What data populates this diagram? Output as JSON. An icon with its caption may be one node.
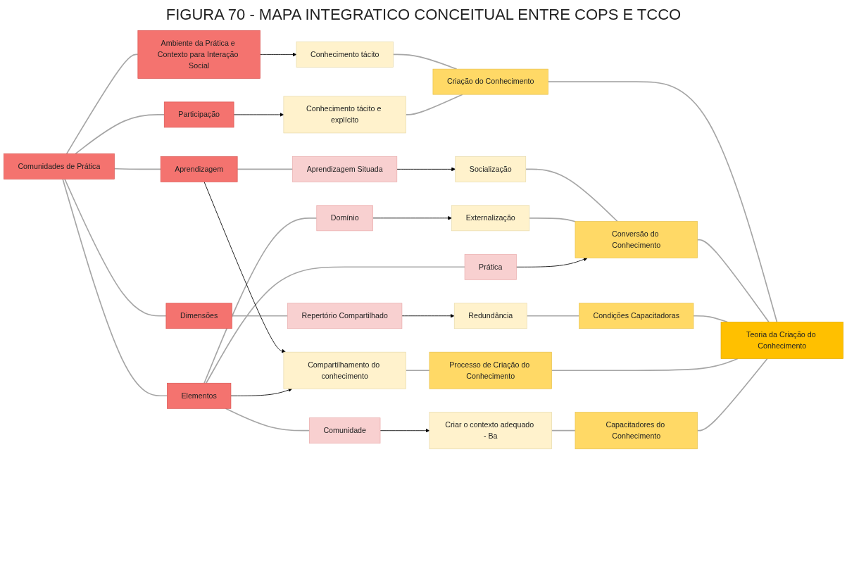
{
  "diagram": {
    "title": "FIGURA 70 - MAPA INTEGRATICO CONCEITUAL ENTRE COPS E TCCO",
    "nodes": [
      {
        "text": [
          "Comunidades de Prática"
        ]
      },
      {
        "text": [
          "Aprendizagem"
        ]
      },
      {
        "text": [
          "Aprendizagem Situada"
        ]
      },
      {
        "text": [
          "Elementos"
        ]
      },
      {
        "text": [
          "Domínio"
        ]
      },
      {
        "text": [
          "Comunidade"
        ]
      },
      {
        "text": [
          "Prática"
        ]
      },
      {
        "text": [
          "Participação"
        ]
      },
      {
        "text": [
          "Dimensões"
        ]
      },
      {
        "text": [
          "Repertório Compartilhado"
        ]
      },
      {
        "text": [
          "Ambiente da Prática e Contexto para Interação Social"
        ]
      },
      {
        "text": [
          "Teoria da Criação do Conhecimento"
        ]
      },
      {
        "text": [
          "Criação do Conhecimento"
        ]
      },
      {
        "text": [
          "Conhecimento tácito"
        ]
      },
      {
        "text": [
          "Conhecimento tácito e explícito"
        ]
      },
      {
        "text": [
          "Conversão do Conhecimento"
        ]
      },
      {
        "text": [
          "Socialização"
        ]
      },
      {
        "text": [
          "Externalização"
        ]
      },
      {
        "text": [
          "Condições Capacitadoras"
        ]
      },
      {
        "text": [
          "Redundância"
        ]
      },
      {
        "text": [
          "Processo de Criação do Conhecimento"
        ]
      },
      {
        "text": [
          "Compartilhamento do conhecimento"
        ]
      },
      {
        "text": [
          "Capacitadores do Conhecimento"
        ]
      },
      {
        "text": [
          "Criar o contexto adequado - Ba"
        ]
      }
    ],
    "edges": [
      {
        "from": 0,
        "to": 1,
        "arrow": "none"
      },
      {
        "from": 0,
        "to": 3,
        "arrow": "none"
      },
      {
        "from": 0,
        "to": 7,
        "arrow": "none"
      },
      {
        "from": 0,
        "to": 8,
        "arrow": "none"
      },
      {
        "from": 0,
        "to": 10,
        "arrow": "none"
      },
      {
        "from": 1,
        "to": 2,
        "arrow": "none"
      },
      {
        "from": 3,
        "to": 4,
        "arrow": "none"
      },
      {
        "from": 3,
        "to": 5,
        "arrow": "none"
      },
      {
        "from": 3,
        "to": 6,
        "arrow": "none"
      },
      {
        "from": 8,
        "to": 9,
        "arrow": "none"
      },
      {
        "from": 11,
        "to": 12,
        "arrow": "none"
      },
      {
        "from": 11,
        "to": 15,
        "arrow": "none"
      },
      {
        "from": 11,
        "to": 18,
        "arrow": "none"
      },
      {
        "from": 11,
        "to": 20,
        "arrow": "none"
      },
      {
        "from": 11,
        "to": 22,
        "arrow": "none"
      },
      {
        "from": 12,
        "to": 13,
        "arrow": "none"
      },
      {
        "from": 12,
        "to": 14,
        "arrow": "none"
      },
      {
        "from": 15,
        "to": 16,
        "arrow": "none"
      },
      {
        "from": 15,
        "to": 17,
        "arrow": "none"
      },
      {
        "from": 18,
        "to": 19,
        "arrow": "none"
      },
      {
        "from": 20,
        "to": 21,
        "arrow": "none"
      },
      {
        "from": 22,
        "to": 23,
        "arrow": "none"
      },
      {
        "from": 1,
        "to": 21,
        "arrow": "to",
        "color": "#000000"
      },
      {
        "from": 2,
        "to": 16,
        "arrow": "to",
        "color": "#000000"
      },
      {
        "from": 3,
        "to": 21,
        "arrow": "to",
        "color": "#000000"
      },
      {
        "from": 4,
        "to": 17,
        "arrow": "to",
        "color": "#000000"
      },
      {
        "from": 5,
        "to": 23,
        "arrow": "to",
        "color": "#000000"
      },
      {
        "from": 6,
        "to": 15,
        "arrow": "to",
        "color": "#000000"
      },
      {
        "from": 7,
        "to": 14,
        "arrow": "to",
        "color": "#000000"
      },
      {
        "from": 9,
        "to": 19,
        "arrow": "to",
        "color": "#000000"
      },
      {
        "from": 10,
        "to": 13,
        "arrow": "to",
        "color": "#000000"
      }
    ]
  }
}
